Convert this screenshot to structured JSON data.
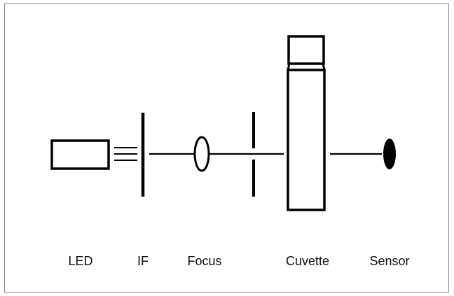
{
  "diagram": {
    "labels": {
      "led": "LED",
      "filter": "IF",
      "focus": "Focus",
      "cuvette": "Cuvette",
      "sensor": "Sensor"
    }
  },
  "colors": {
    "stroke": "#000000",
    "frame": "#888888",
    "background": "#ffffff"
  }
}
